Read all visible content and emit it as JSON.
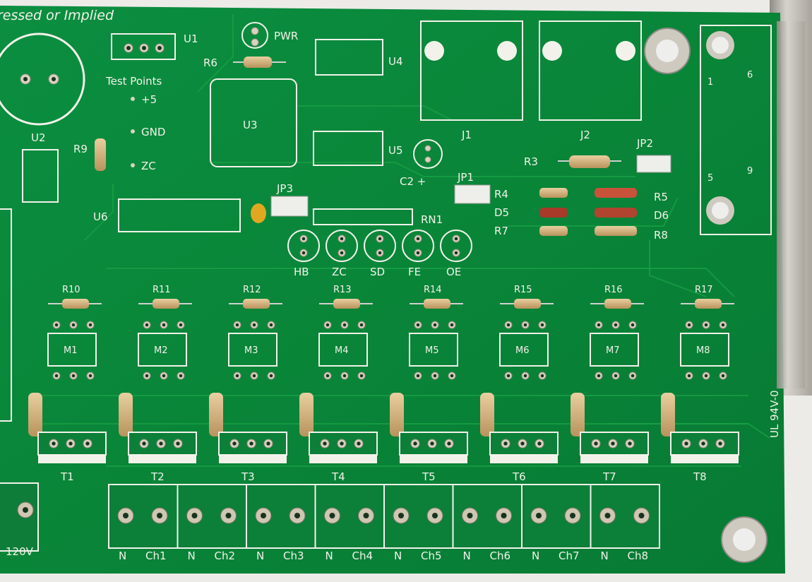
{
  "board": {
    "header_text": "ressed or Implied",
    "ul_mark": "UL 94V-0",
    "colors": {
      "board": "#0a8a3e",
      "board_dark": "#067232",
      "silk": "#f2f2ea",
      "pad": "#d9d2c0",
      "metal": "#c9c6bd"
    }
  },
  "top_labels": {
    "u1": "U1",
    "pwr": "PWR",
    "r6": "R6",
    "u4": "U4",
    "j1": "J1",
    "j2": "J2",
    "test_points": "Test Points",
    "tp_plus5": "+5",
    "tp_gnd": "GND",
    "tp_zc": "ZC",
    "u2": "U2",
    "r9": "R9",
    "u3": "U3",
    "u5": "U5",
    "c2": "C2 +",
    "r3": "R3",
    "jp2": "JP2",
    "jp1": "JP1",
    "jp3": "JP3",
    "u6": "U6",
    "rn1": "RN1",
    "r4": "R4",
    "r5": "R5",
    "d5": "D5",
    "d6": "D6",
    "r7": "R7",
    "r8": "R8"
  },
  "connector_pins": [
    "1",
    "6",
    "9",
    "5"
  ],
  "leds": [
    "HB",
    "ZC",
    "SD",
    "FE",
    "OE"
  ],
  "channels": [
    {
      "r": "R10",
      "m": "M1",
      "t": "T1"
    },
    {
      "r": "R11",
      "m": "M2",
      "t": "T2"
    },
    {
      "r": "R12",
      "m": "M3",
      "t": "T3"
    },
    {
      "r": "R13",
      "m": "M4",
      "t": "T4"
    },
    {
      "r": "R14",
      "m": "M5",
      "t": "T5"
    },
    {
      "r": "R15",
      "m": "M6",
      "t": "T6"
    },
    {
      "r": "R16",
      "m": "M7",
      "t": "T7"
    },
    {
      "r": "R17",
      "m": "M8",
      "t": "T8"
    }
  ],
  "terminals": [
    {
      "n": "N",
      "ch": "Ch1"
    },
    {
      "n": "N",
      "ch": "Ch2"
    },
    {
      "n": "N",
      "ch": "Ch3"
    },
    {
      "n": "N",
      "ch": "Ch4"
    },
    {
      "n": "N",
      "ch": "Ch5"
    },
    {
      "n": "N",
      "ch": "Ch6"
    },
    {
      "n": "N",
      "ch": "Ch7"
    },
    {
      "n": "N",
      "ch": "Ch8"
    }
  ],
  "power_label": "120V"
}
